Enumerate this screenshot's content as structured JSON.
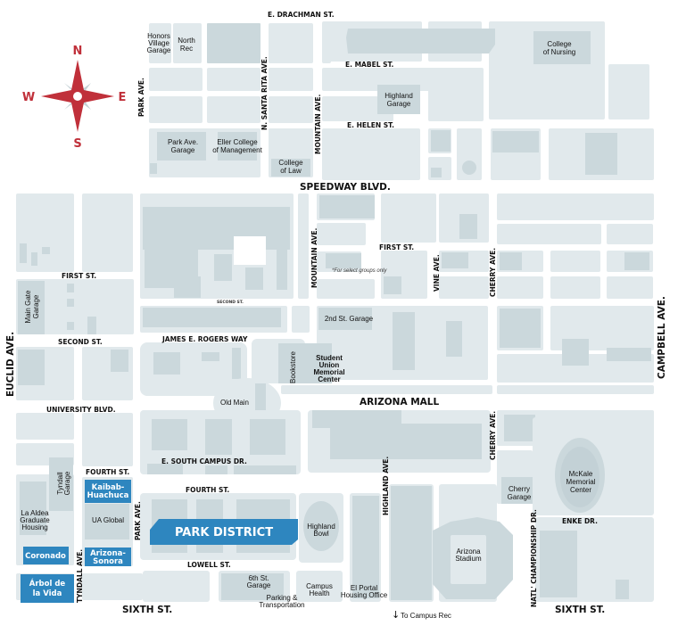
{
  "map": {
    "colors": {
      "block": "#e1e9ec",
      "building": "#cbd8dc",
      "highlight": "#2e86bf",
      "compass": "#c0303a",
      "compass_secondary": "#c5d2d6",
      "road": "#ffffff"
    },
    "compass": {
      "north": "N",
      "south": "S",
      "east": "E",
      "west": "W"
    },
    "streets": {
      "drachman": "E. DRACHMAN ST.",
      "mabel": "E. MABEL ST.",
      "helen": "E. HELEN ST.",
      "park_ave_north": "PARK AVE.",
      "santa_rita": "N. SANTA RITA AVE.",
      "mountain_north": "MOUNTAIN AVE.",
      "speedway": "SPEEDWAY BLVD.",
      "first_st_east": "FIRST ST.",
      "first_st_west": "FIRST ST.",
      "mountain_south": "MOUNTAIN AVE.",
      "vine": "VINE AVE.",
      "cherry_north": "CHERRY AVE.",
      "second_st_small": "SECOND ST.",
      "second_st_west": "SECOND ST.",
      "rogers_way": "JAMES E. ROGERS WAY",
      "euclid": "EUCLID AVE.",
      "campbell": "CAMPBELL AVE.",
      "arizona_mall": "ARIZONA MALL",
      "university": "UNIVERSITY BLVD.",
      "south_campus": "E. SOUTH CAMPUS DR.",
      "fourth_st_west": "FOURTH ST.",
      "fourth_st_east": "FOURTH ST.",
      "cherry_south": "CHERRY AVE.",
      "highland_ave": "HIGHLAND AVE.",
      "park_ave_south": "PARK AVE.",
      "lowell": "LOWELL ST.",
      "enke": "ENKE DR.",
      "natl_championship": "NATL' CHAMPIONSHIP DR.",
      "tyndall": "TYNDALL AVE.",
      "sixth_st_west": "SIXTH ST.",
      "sixth_st_east": "SIXTH ST."
    },
    "buildings": {
      "honors_village_garage": [
        "Honors",
        "Village",
        "Garage"
      ],
      "north_rec": [
        "North",
        "Rec"
      ],
      "college_of_nursing": [
        "College",
        "of Nursing"
      ],
      "highland_garage": [
        "Highland",
        "Garage"
      ],
      "park_ave_garage": [
        "Park Ave.",
        "Garage"
      ],
      "eller_college": [
        "Eller College",
        "of Management"
      ],
      "college_of_law": [
        "College",
        "of Law"
      ],
      "main_gate_garage": [
        "Main Gate",
        "Garage"
      ],
      "second_st_garage": "2nd St. Garage",
      "bookstore": "Bookstore",
      "student_union": [
        "Student",
        "Union",
        "Memorial",
        "Center"
      ],
      "old_main": "Old Main",
      "tyndall_garage": [
        "Tyndall",
        "Garage"
      ],
      "la_aldea": [
        "La Aldea",
        "Graduate",
        "Housing"
      ],
      "ua_global": "UA Global",
      "highland_bowl": [
        "Highland",
        "Bowl"
      ],
      "sixth_st_garage": [
        "6th St.",
        "Garage"
      ],
      "parking_transportation": [
        "Parking &",
        "Transportation"
      ],
      "campus_health": [
        "Campus",
        "Health"
      ],
      "el_portal": [
        "El Portal",
        "Housing Office"
      ],
      "arizona_stadium": [
        "Arizona",
        "Stadium"
      ],
      "cherry_garage": [
        "Cherry",
        "Garage"
      ],
      "mckale": [
        "McKale",
        "Memorial",
        "Center"
      ]
    },
    "highlighted": {
      "park_district": "PARK DISTRICT",
      "kaibab_huachuca": [
        "Kaibab-",
        "Huachuca"
      ],
      "arizona_sonora": [
        "Arizona-",
        "Sonora"
      ],
      "coronado": "Coronado",
      "arbol_de_la_vida": [
        "Árbol de",
        "la Vida"
      ]
    },
    "notes": {
      "select_groups": "*For select groups only",
      "to_campus_rec": "To Campus Rec",
      "arrow": "↓"
    }
  }
}
